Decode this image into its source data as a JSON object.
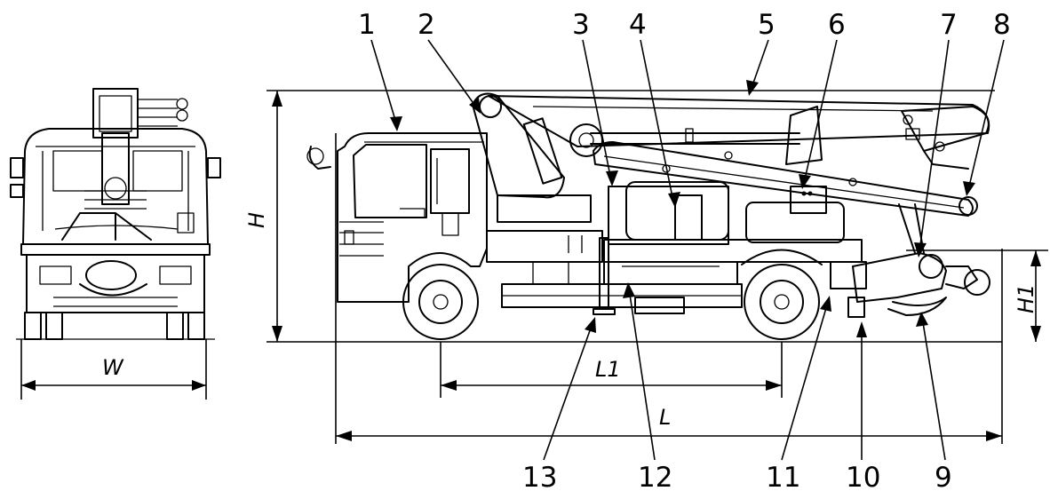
{
  "callouts": [
    "1",
    "2",
    "3",
    "4",
    "5",
    "6",
    "7",
    "8",
    "9",
    "10",
    "11",
    "12",
    "13"
  ],
  "dimensions": {
    "width": "W",
    "height": "H",
    "hitch_height": "H1",
    "wheelbase": "L1",
    "length": "L"
  }
}
